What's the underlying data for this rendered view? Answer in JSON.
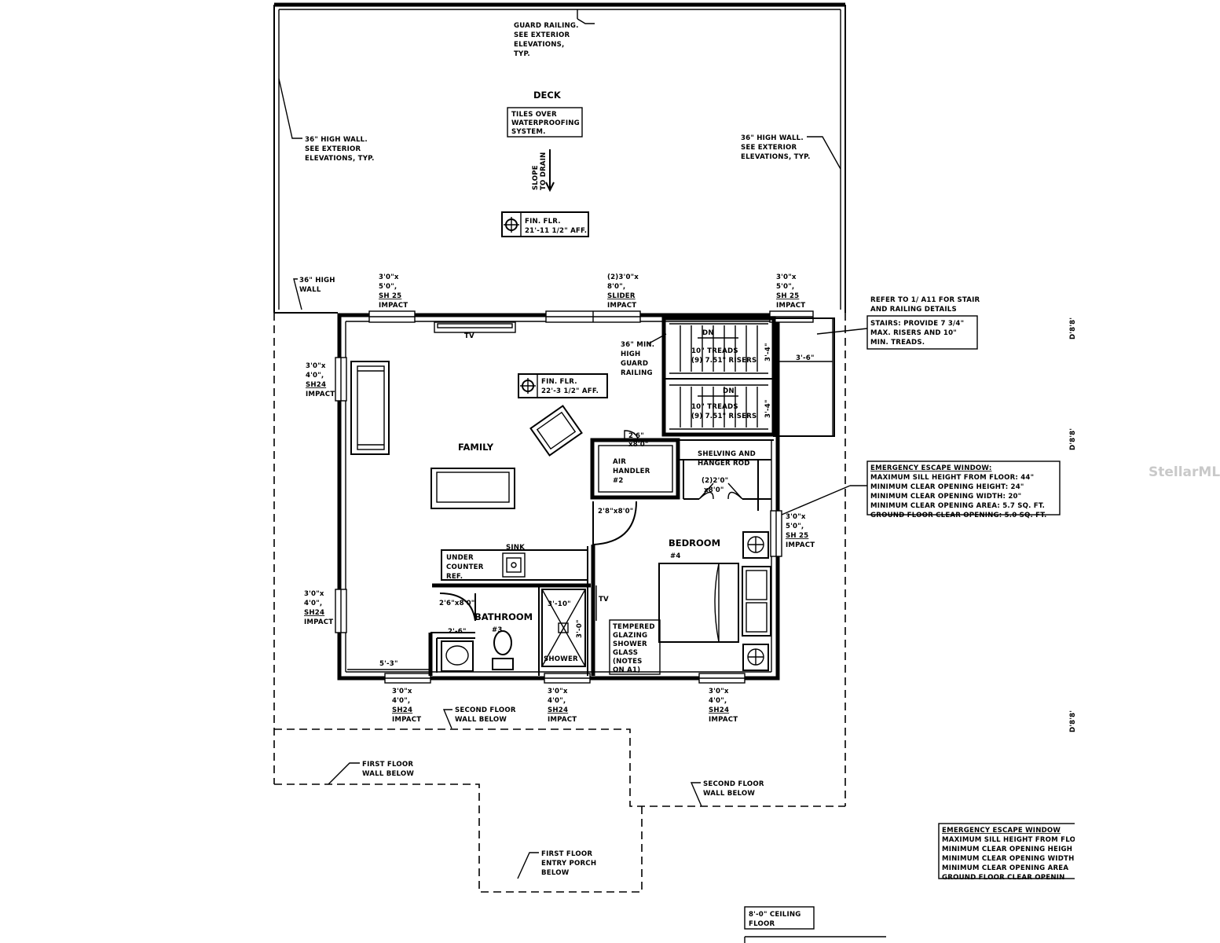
{
  "deck": {
    "name": "DECK",
    "guard_railing": [
      "GUARD RAILING.",
      "SEE EXTERIOR",
      "ELEVATIONS,",
      "TYP."
    ],
    "tiles": [
      "TILES OVER",
      "WATERPROOFING",
      "SYSTEM."
    ],
    "slope": [
      "SLOPE",
      "TO DRAIN"
    ],
    "fin_flr": [
      "FIN. FLR.",
      "21'-11 1/2\" AFF."
    ],
    "wall_left": [
      "36\" HIGH WALL.",
      "SEE EXTERIOR",
      "ELEVATIONS, TYP."
    ],
    "wall_right": [
      "36\" HIGH WALL.",
      "SEE EXTERIOR",
      "ELEVATIONS, TYP."
    ],
    "high_wall": [
      "36\" HIGH",
      "WALL"
    ]
  },
  "windows": {
    "top_left": [
      "3'0\"x",
      "5'0\",",
      "SH 25",
      "IMPACT"
    ],
    "top_mid": [
      "(2)3'0\"x",
      "8'0\",",
      "SLIDER",
      "IMPACT"
    ],
    "top_right": [
      "3'0\"x",
      "5'0\",",
      "SH 25",
      "IMPACT"
    ],
    "left_upper": [
      "3'0\"x",
      "4'0\",",
      "SH24",
      "IMPACT"
    ],
    "left_lower": [
      "3'0\"x",
      "4'0\",",
      "SH24",
      "IMPACT"
    ],
    "right_bedroom": [
      "3'0\"x",
      "5'0\",",
      "SH 25",
      "IMPACT"
    ],
    "bottom_1": [
      "3'0\"x",
      "4'0\",",
      "SH24",
      "IMPACT"
    ],
    "bottom_2": [
      "3'0\"x",
      "4'0\",",
      "SH24",
      "IMPACT"
    ],
    "bottom_3": [
      "3'0\"x",
      "4'0\",",
      "SH24",
      "IMPACT"
    ]
  },
  "stair": {
    "refer": [
      "REFER TO 1/ A11 FOR STAIR",
      "AND RAILING DETAILS"
    ],
    "note": [
      "STAIRS: PROVIDE 7 3/4\"",
      "MAX. RISERS AND 10\"",
      "MIN. TREADS."
    ],
    "guard": [
      "36\" MIN.",
      "HIGH",
      "GUARD",
      "RAILING"
    ],
    "dn_upper": "DN",
    "treads_upper": [
      "10\" TREADS",
      "(9) 7.51\" RISERS"
    ],
    "dn_lower": "DN",
    "treads_lower": [
      "10\" TREADS",
      "(9) 7.51\" RISERS"
    ],
    "width": "3'-6\"",
    "dim_upper": "3'-4\"",
    "dim_lower": "3'-4\""
  },
  "family": {
    "name": "FAMILY",
    "tv": "TV",
    "fin_flr": [
      "FIN. FLR.",
      "22'-3 1/2\" AFF."
    ]
  },
  "air_handler": {
    "label": [
      "AIR",
      "HANDLER",
      "#2"
    ],
    "door": [
      "2'6\"",
      "x8'0\""
    ]
  },
  "closet": {
    "label": [
      "SHELVING AND",
      "HANGER ROD"
    ],
    "door": [
      "(2)2'0\"",
      "x8'0\""
    ]
  },
  "bedroom": {
    "name": "BEDROOM",
    "number": "#4",
    "door": "2'8\"x8'0\"",
    "tv": "TV",
    "glazing": [
      "TEMPERED",
      "GLAZING",
      "SHOWER",
      "GLASS",
      "(NOTES",
      "ON A1)"
    ]
  },
  "bathroom": {
    "name": "BATHROOM",
    "number": "#3",
    "sink": "SINK",
    "under_counter": [
      "UNDER",
      "COUNTER",
      "REF."
    ],
    "door": "2'6\"x8'0\"",
    "dim_1": "3'-10\"",
    "dim_2": "3'-0\"",
    "dim_3": "2'-6\"",
    "dim_4": "5'-3\"",
    "shower": "SHOWER"
  },
  "egress": {
    "title": "EMERGENCY ESCAPE WINDOW:",
    "lines": [
      "MAXIMUM SILL HEIGHT FROM FLOOR: 44\"",
      "MINIMUM CLEAR OPENING HEIGHT: 24\"",
      "MINIMUM CLEAR OPENING WIDTH: 20\"",
      "MINIMUM CLEAR OPENING AREA: 5.7 SQ. FT.",
      "GROUND FLOOR CLEAR OPENING: 5.0 SQ. FT."
    ]
  },
  "egress_cut": {
    "title": "EMERGENCY ESCAPE WINDOW",
    "lines": [
      "MAXIMUM SILL HEIGHT FROM FLO",
      "MINIMUM CLEAR OPENING HEIGH",
      "MINIMUM CLEAR OPENING WIDTH",
      "MINIMUM CLEAR OPENING AREA",
      "GROUND FLOOR CLEAR OPENIN"
    ]
  },
  "below": {
    "second_floor_a": [
      "SECOND FLOOR",
      "WALL BELOW"
    ],
    "first_floor": [
      "FIRST FLOOR",
      "WALL BELOW"
    ],
    "second_floor_b": [
      "SECOND FLOOR",
      "WALL BELOW"
    ],
    "entry_porch": [
      "FIRST FLOOR",
      "ENTRY PORCH",
      "BELOW"
    ]
  },
  "edge_marks": [
    "D'8'8'",
    "D'8'8'",
    "D'8'8'"
  ],
  "ceiling": [
    "8'-0\" CEILING",
    "FLOOR"
  ],
  "watermark": "StellarMLS"
}
